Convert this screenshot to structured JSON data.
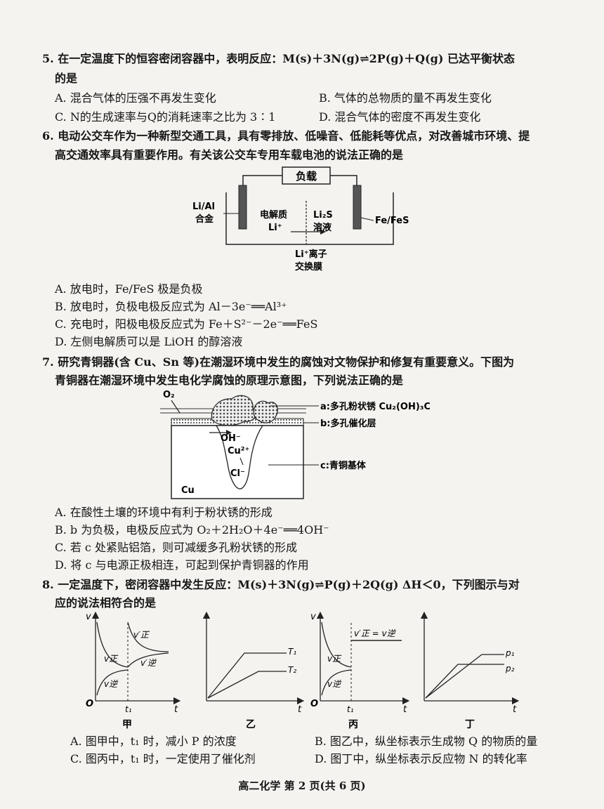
{
  "q5": {
    "stem1": "5. 在一定温度下的恒容密闭容器中，表明反应：M(s)＋3N(g)⇌2P(g)＋Q(g) 已达平衡状态",
    "stem2": "的是",
    "A": "A. 混合气体的压强不再发生变化",
    "B": "B. 气体的总物质的量不再发生变化",
    "C": "C. N的生成速率与Q的消耗速率之比为 3∶1",
    "D": "D. 混合气体的密度不再发生变化"
  },
  "q6": {
    "stem1": "6. 电动公交车作为一种新型交通工具，具有零排放、低噪音、低能耗等优点，对改善城市环境、提",
    "stem2": "高交通效率具有重要作用。有关该公交车专用车载电池的说法正确的是",
    "fig": {
      "load": "负载",
      "left_electrode_1": "Li/Al",
      "left_electrode_2": "合金",
      "electrolyte_1": "电解质",
      "electrolyte_2": "Li⁺",
      "right_solution_1": "Li₂S",
      "right_solution_2": "溶液",
      "right_electrode": "Fe/FeS",
      "membrane_1": "Li⁺离子",
      "membrane_2": "交换膜"
    },
    "A": "A. 放电时，Fe/FeS 极是负极",
    "B": "B. 放电时，负极电极反应式为 Al－3e⁻══Al³⁺",
    "C": "C. 充电时，阳极电极反应式为 Fe＋S²⁻－2e⁻══FeS",
    "D": "D. 左侧电解质可以是 LiOH 的醇溶液"
  },
  "q7": {
    "stem1": "7. 研究青铜器(含 Cu、Sn 等)在潮湿环境中发生的腐蚀对文物保护和修复有重要意义。下图为",
    "stem2": "青铜器在潮湿环境中发生电化学腐蚀的原理示意图，下列说法正确的是",
    "fig": {
      "o2": "O₂",
      "label_a": "a:多孔粉状锈 Cu₂(OH)₃Cl",
      "label_b": "b:多孔催化层",
      "label_c": "c:青铜基体",
      "oh": "OH⁻",
      "cu2": "Cu²⁺",
      "cl": "Cl⁻",
      "cu": "Cu"
    },
    "A": "A. 在酸性土壤的环境中有利于粉状锈的形成",
    "B": "B.  b 为负极，电极反应式为 O₂＋2H₂O＋4e⁻══4OH⁻",
    "C": "C. 若 c 处紧贴铝箔，则可减缓多孔粉状锈的形成",
    "D": "D. 将 c 与电源正极相连，可起到保护青铜器的作用"
  },
  "q8": {
    "stem1": "8. 一定温度下，密闭容器中发生反应：M(s)＋3N(g)⇌P(g)＋2Q(g)   ΔH＜0，下列图示与对",
    "stem2": "应的说法相符合的是",
    "graphs": {
      "jia": {
        "name": "甲",
        "v": "v",
        "o": "O",
        "t1": "t₁",
        "t": "t",
        "v_fwd": "v正",
        "v_rev": "v逆",
        "v_fwd2": "v′正",
        "v_rev2": "v′逆"
      },
      "yi": {
        "name": "乙",
        "t": "t",
        "T1": "T₁",
        "T2": "T₂"
      },
      "bing": {
        "name": "丙",
        "v": "v",
        "o": "O",
        "t1": "t₁",
        "t": "t",
        "v_fwd": "v正",
        "v_rev": "v逆",
        "eq": "v′正 = v逆"
      },
      "ding": {
        "name": "丁",
        "t": "t",
        "p1": "p₁",
        "p2": "p₂"
      }
    },
    "A": "A. 图甲中，t₁ 时，减小 P 的浓度",
    "B": "B. 图乙中，纵坐标表示生成物 Q 的物质的量",
    "C": "C. 图丙中，t₁ 时，一定使用了催化剂",
    "D": "D. 图丁中，纵坐标表示反应物 N 的转化率"
  },
  "footer": "高二化学   第 2 页(共 6 页)"
}
